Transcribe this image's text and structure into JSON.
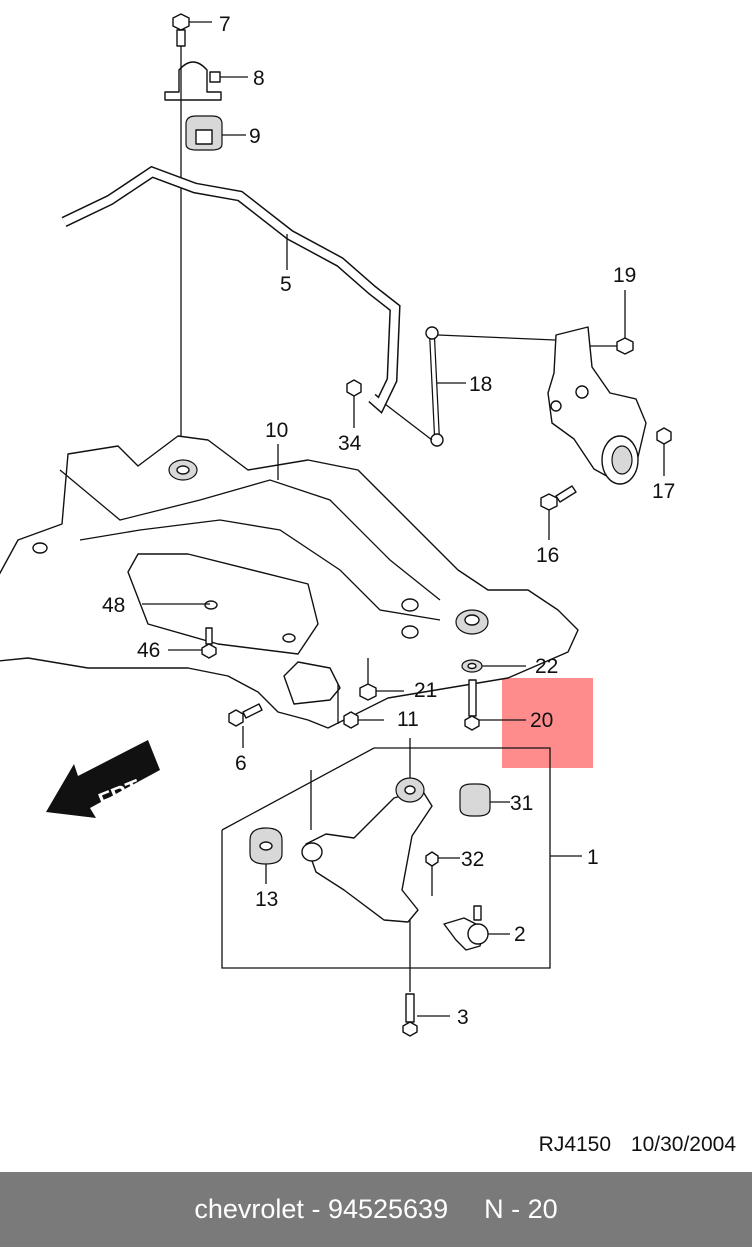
{
  "diagram": {
    "callouts": [
      {
        "id": "7",
        "text": "7"
      },
      {
        "id": "8",
        "text": "8"
      },
      {
        "id": "9",
        "text": "9"
      },
      {
        "id": "5",
        "text": "5"
      },
      {
        "id": "19",
        "text": "19"
      },
      {
        "id": "18",
        "text": "18"
      },
      {
        "id": "34",
        "text": "34"
      },
      {
        "id": "10",
        "text": "10"
      },
      {
        "id": "17",
        "text": "17"
      },
      {
        "id": "16",
        "text": "16"
      },
      {
        "id": "48",
        "text": "48"
      },
      {
        "id": "46",
        "text": "46"
      },
      {
        "id": "22",
        "text": "22"
      },
      {
        "id": "21",
        "text": "21"
      },
      {
        "id": "11",
        "text": "11"
      },
      {
        "id": "20",
        "text": "20"
      },
      {
        "id": "6",
        "text": "6"
      },
      {
        "id": "31",
        "text": "31"
      },
      {
        "id": "32",
        "text": "32"
      },
      {
        "id": "1",
        "text": "1"
      },
      {
        "id": "13",
        "text": "13"
      },
      {
        "id": "2",
        "text": "2"
      },
      {
        "id": "3",
        "text": "3"
      }
    ],
    "direction_label": "FRT",
    "highlighted_callout": "20",
    "highlight_color": "#ff7f7f",
    "drawing_reference": "RJ4150",
    "drawing_date": "10/30/2004"
  },
  "footer": {
    "brand": "chevrolet",
    "separator": "-",
    "part_number": "94525639",
    "position": "N - 20",
    "background_color": "#7a7a7a"
  }
}
